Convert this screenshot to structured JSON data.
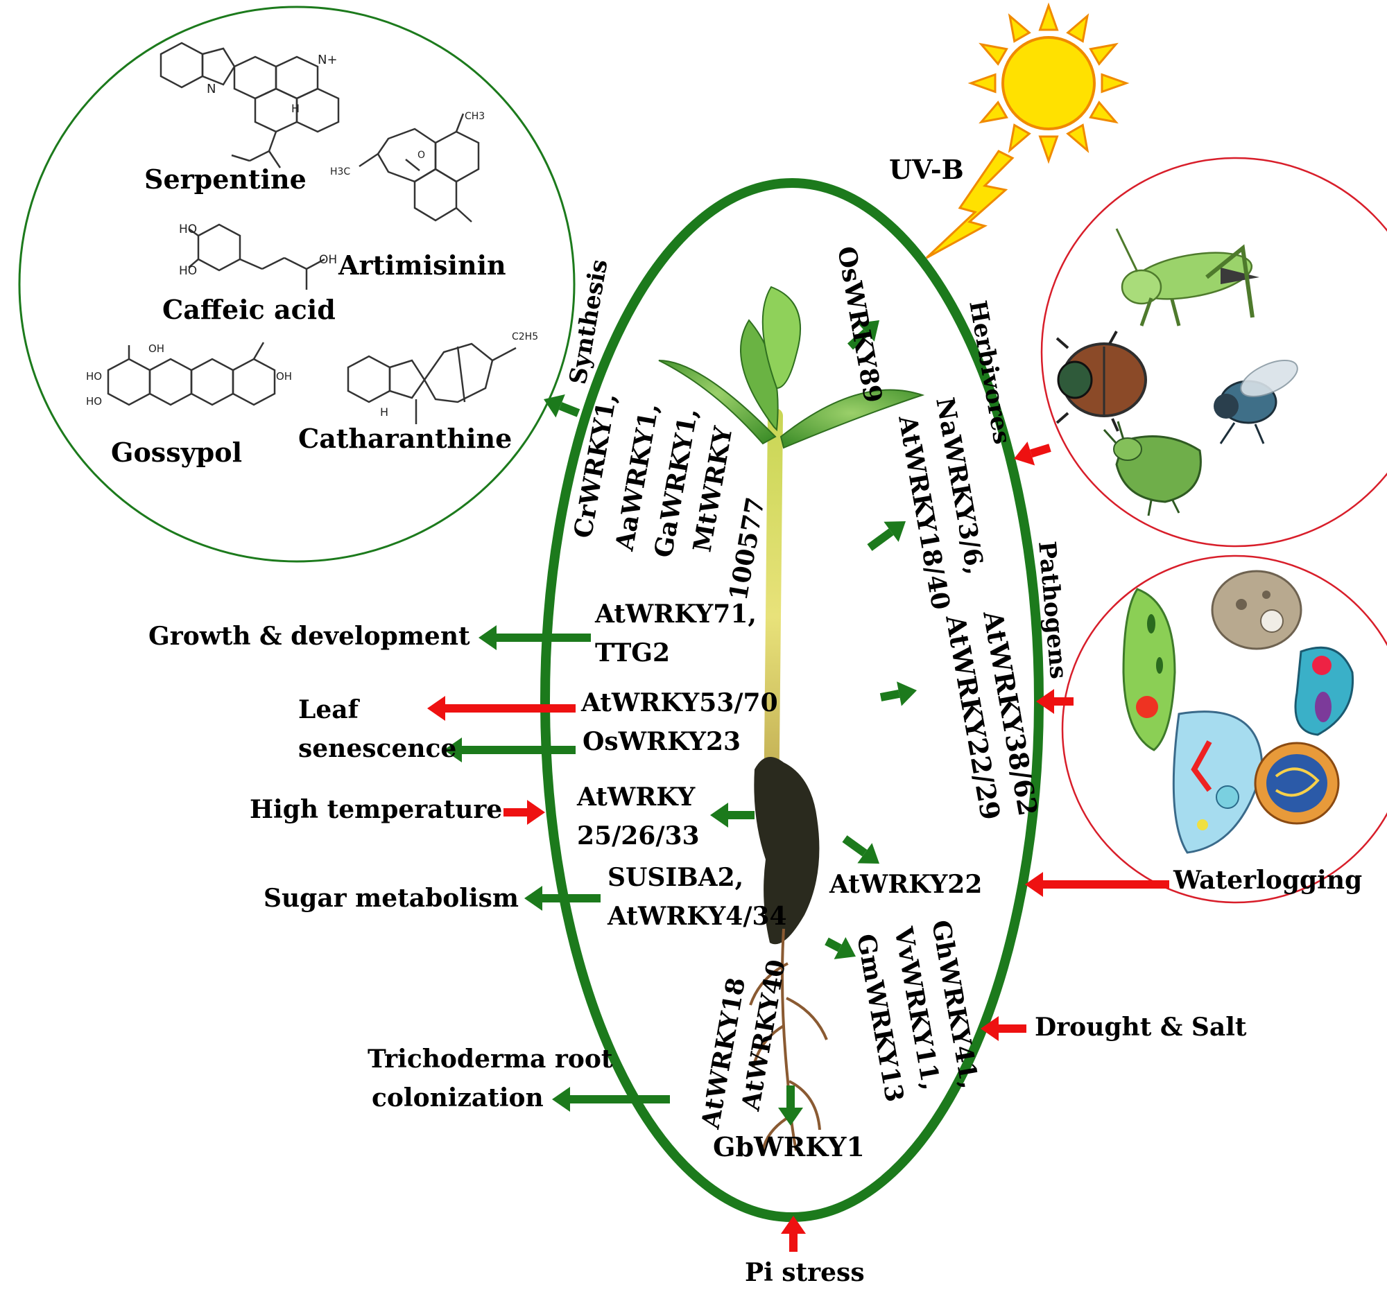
{
  "colors": {
    "green": "#1c7a1c",
    "red": "#ee1111",
    "sun": "#ffe100",
    "sun_edge": "#f08a00",
    "bolt": "#ffe100",
    "circle_green": "#1c7a1c",
    "circle_red": "#d81e2a"
  },
  "compounds": {
    "serpentine": "Serpentine",
    "artimisinin": "Artimisinin",
    "caffeic_acid": "Caffeic acid",
    "gossypol": "Gossypol",
    "catharanthine": "Catharanthine"
  },
  "molecule_atoms": {
    "n1": "N",
    "nplus": "N+",
    "h1": "H",
    "ch3": "CH3",
    "h3c": "H3C",
    "o1": "O",
    "ho1": "HO",
    "ho2": "HO",
    "oh1": "OH",
    "c2h5": "C2H5",
    "h2": "H",
    "oh_g1": "OH",
    "oh_g2": "OH",
    "ho_g1": "HO",
    "ho_g2": "HO"
  },
  "stimuli": {
    "uvb": "UV-B",
    "herbivores": "Herbivores",
    "pathogens": "Pathogens",
    "waterlogging": "Waterlogging",
    "drought_salt": "Drought & Salt",
    "pi_stress": "Pi stress",
    "high_temperature": "High temperature"
  },
  "outcomes": {
    "synthesis": "Synthesis",
    "growth_development": "Growth & development",
    "leaf": "Leaf",
    "senescence": "senescence",
    "sugar_metabolism": "Sugar metabolism",
    "trichoderma_1": "Trichoderma root",
    "trichoderma_2": "colonization"
  },
  "genes": {
    "oswrky89": "OsWRKY89",
    "synthesis_1": "CrWRKY1,",
    "synthesis_2": "AaWRKY1,",
    "synthesis_3": "GaWRKY1,",
    "synthesis_4": "MtWRKY",
    "synthesis_5": "100577",
    "herb_1": "NaWRKY3/6,",
    "herb_2": "AtWRKY18/40",
    "path_1": "AtWRKY38/62",
    "path_2": "AtWRKY22/29",
    "growth_1": "AtWRKY71,",
    "growth_2": "TTG2",
    "senes_1": "AtWRKY53/70",
    "senes_2": "OsWRKY23",
    "temp_1": "AtWRKY",
    "temp_2": "25/26/33",
    "water_1": "AtWRKY22",
    "sugar_1": "SUSIBA2,",
    "sugar_2": "AtWRKY4/34",
    "drought_1": "GhWRKY41,",
    "drought_2": "VvWRKY11,",
    "drought_3": "GmWRKY13",
    "tricho_1": "AtWRKY18",
    "tricho_2": "AtWRKY40",
    "pi_1": "GbWRKY1"
  }
}
